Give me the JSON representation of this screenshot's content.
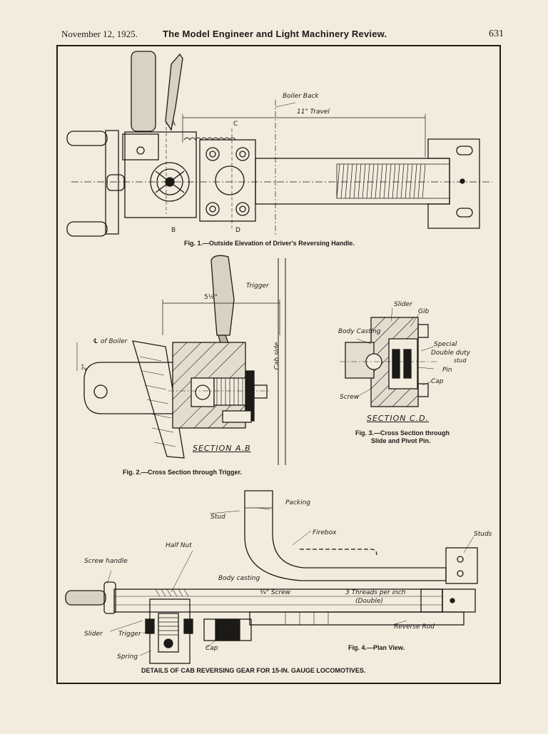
{
  "header": {
    "date": "November 12, 1925.",
    "title": "The Model Engineer and Light Machinery Review.",
    "page_number": "631"
  },
  "fig1": {
    "caption": "Fig. 1.—Outside Elevation of Driver's Reversing Handle.",
    "labels": {
      "boiler_back": "Boiler Back",
      "travel": "11\" Travel",
      "a": "A",
      "b": "B",
      "c": "C",
      "d": "D"
    }
  },
  "fig2": {
    "caption": "Fig. 2.—Cross Section through Trigger.",
    "section": "SECTION A.B",
    "labels": {
      "trigger": "Trigger",
      "dim": "5⅛\"",
      "boiler_cl": "℄ of Boiler",
      "two_in": "2\"",
      "cab_side": "Cab side"
    }
  },
  "fig3": {
    "caption_line1": "Fig. 3.—Cross Section through",
    "caption_line2": "Slide and Pivot Pin.",
    "section": "SECTION C.D.",
    "labels": {
      "slider": "Slider",
      "gib": "Gib",
      "body_casting": "Body Casting",
      "special": "Special",
      "double_duty": "Double duty",
      "stud": "stud",
      "pin": "Pin",
      "cap": "Cap",
      "screw": "Screw"
    }
  },
  "fig4": {
    "caption": "Fig. 4.—Plan View.",
    "labels": {
      "packing": "Packing",
      "stud": "Stud",
      "firebox": "Firebox",
      "studs": "Studs",
      "half_nut": "Half Nut",
      "screw_handle": "Screw handle",
      "body_casting": "Body casting",
      "screw": "¾\" Screw",
      "threads": "3 Threads per inch",
      "double": "(Double)",
      "slider": "Slider",
      "trigger": "Trigger",
      "spring": "Spring",
      "cap": "Cap",
      "reverse_rod": "Reverse Rod"
    }
  },
  "footer_caption": "DETAILS OF CAB REVERSING GEAR FOR 15-IN. GAUGE LOCOMOTIVES."
}
